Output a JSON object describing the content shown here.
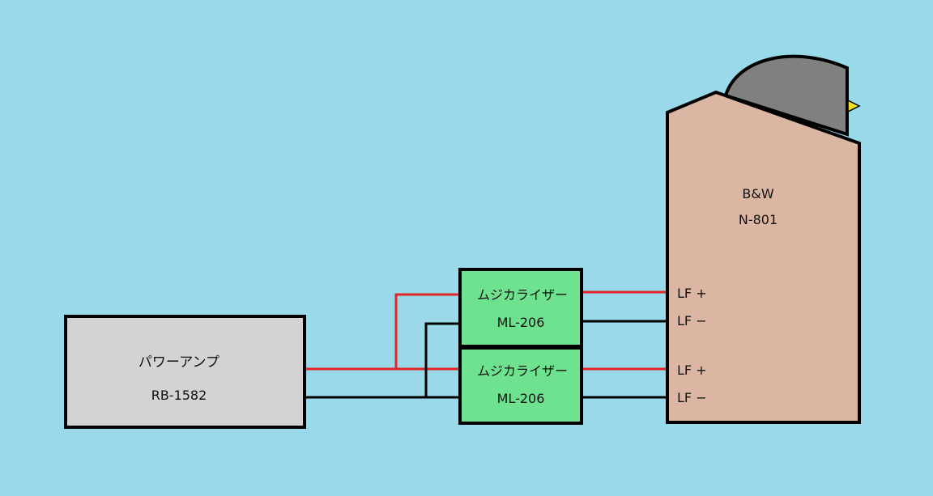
{
  "colors": {
    "background": "#9ad9e9",
    "amp_fill": "#d3d3d3",
    "musical_fill": "#6fe28f",
    "speaker_fill": "#dbb7a3",
    "tweeter_fill": "#808080",
    "tweeter_tip": "#f0e020",
    "positive_wire": "#e3242b",
    "negative_wire": "#000000",
    "outline": "#000000"
  },
  "amp": {
    "name": "パワーアンプ",
    "model": "RB-1582"
  },
  "musicalizers": [
    {
      "name": "ムジカライザー",
      "model": "ML-206"
    },
    {
      "name": "ムジカライザー",
      "model": "ML-206"
    }
  ],
  "speaker": {
    "brand": "B&W",
    "model": "N-801",
    "terminals": [
      "LF +",
      "LF −",
      "LF +",
      "LF −"
    ]
  }
}
